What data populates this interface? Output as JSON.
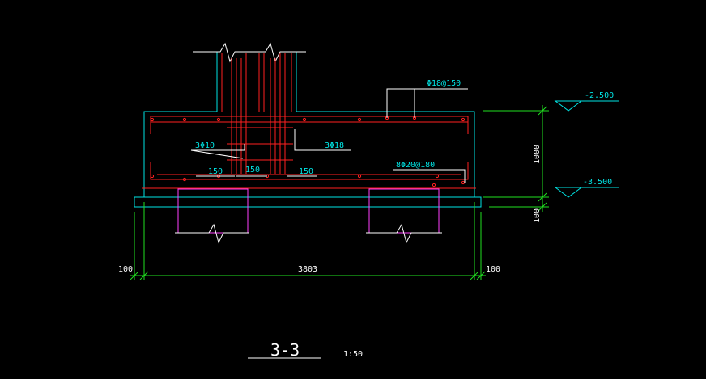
{
  "drawing": {
    "section_title": "3-3",
    "scale": "1:50",
    "rebar_top": "Φ18@150",
    "rebar_left": "3Φ10",
    "rebar_right": "3Φ18",
    "rebar_bottom": "8Φ20@180",
    "spacing_labels": [
      "150",
      "150",
      "150"
    ],
    "elevation_top": "-2.500",
    "elevation_bottom": "-3.500",
    "dim_height": "1000",
    "dim_cushion": "100",
    "dim_left": "100",
    "dim_total": "3803",
    "dim_right": "100"
  },
  "colors": {
    "concrete": "#00e5e5",
    "rebar": "#ff2020",
    "column": "#ffffff",
    "pile": "#ff40ff",
    "dimension": "#20e020",
    "text": "#ffffff",
    "background": "#000000"
  }
}
